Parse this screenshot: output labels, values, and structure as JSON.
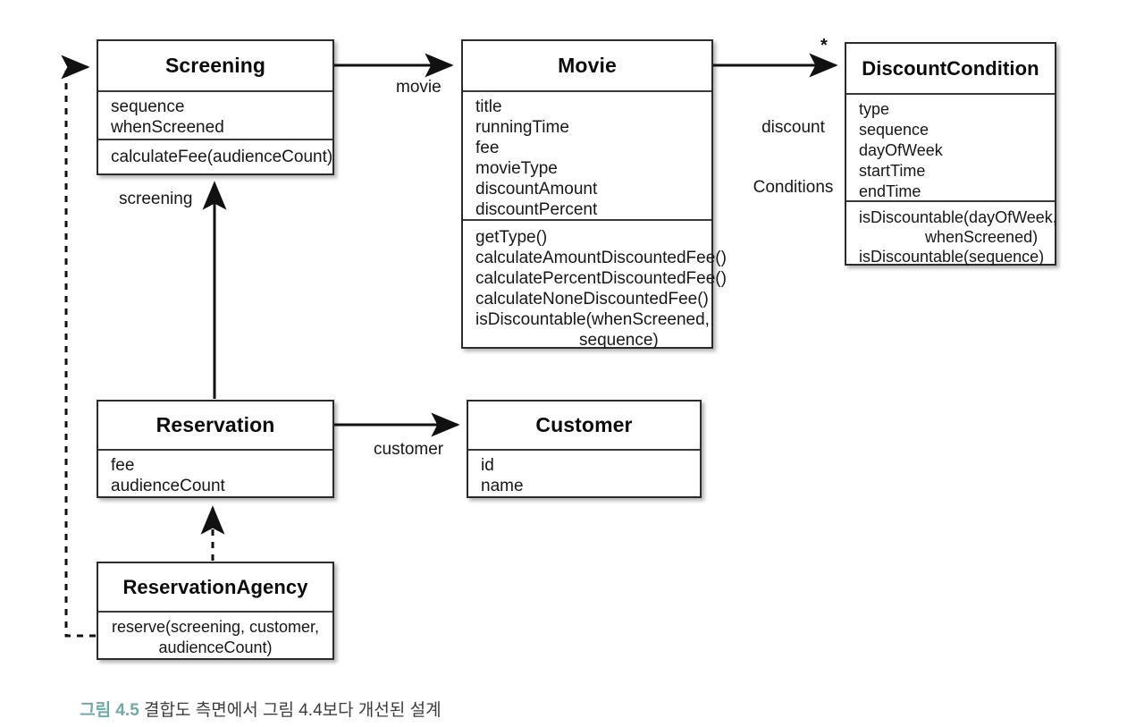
{
  "figure": {
    "label": "그림 4.5",
    "label_color": "#74a8a8",
    "text": " 결합도 측면에서 그림 4.4보다 개선된 설계",
    "text_color": "#3c3c3c"
  },
  "diagram": {
    "type": "uml-class-diagram",
    "line_color": "#111111",
    "box_border_color": "#2b2b2b",
    "classes": [
      {
        "id": "screening",
        "name": "Screening",
        "attributes": [
          "sequence",
          "whenScreened"
        ],
        "operations": [
          "calculateFee(audienceCount)"
        ]
      },
      {
        "id": "movie",
        "name": "Movie",
        "attributes": [
          "title",
          "runningTime",
          "fee",
          "movieType",
          "discountAmount",
          "discountPercent"
        ],
        "operations": [
          "getType()",
          "calculateAmountDiscountedFee()",
          "calculatePercentDiscountedFee()",
          "calculateNoneDiscountedFee()",
          "isDiscountable(whenScreened,",
          "sequence)"
        ]
      },
      {
        "id": "discountCondition",
        "name": "DiscountCondition",
        "attributes": [
          "type",
          "sequence",
          "dayOfWeek",
          "startTime",
          "endTime"
        ],
        "operations": [
          "isDiscountable(dayOfWeek,",
          "whenScreened)",
          "isDiscountable(sequence)"
        ]
      },
      {
        "id": "reservation",
        "name": "Reservation",
        "attributes": [
          "fee",
          "audienceCount"
        ],
        "operations": []
      },
      {
        "id": "customer",
        "name": "Customer",
        "attributes": [
          "id",
          "name"
        ],
        "operations": []
      },
      {
        "id": "reservationAgency",
        "name": "ReservationAgency",
        "attributes": [],
        "operations": [
          "reserve(screening, customer,",
          "audienceCount)"
        ]
      }
    ],
    "edges": [
      {
        "id": "screening-movie",
        "from": "Screening",
        "to": "Movie",
        "label": "movie",
        "style": "solid",
        "multiplicity": ""
      },
      {
        "id": "movie-discountcondition",
        "from": "Movie",
        "to": "DiscountCondition",
        "label_line1": "discount",
        "label_line2": "Conditions",
        "style": "solid",
        "multiplicity": "*"
      },
      {
        "id": "reservation-screening",
        "from": "Reservation",
        "to": "Screening",
        "label": "screening",
        "style": "solid",
        "multiplicity": ""
      },
      {
        "id": "reservation-customer",
        "from": "Reservation",
        "to": "Customer",
        "label": "customer",
        "style": "solid",
        "multiplicity": ""
      },
      {
        "id": "agency-reservation",
        "from": "ReservationAgency",
        "to": "Reservation",
        "label": "",
        "style": "dashed",
        "multiplicity": ""
      },
      {
        "id": "agency-screening",
        "from": "ReservationAgency",
        "to": "Screening",
        "label": "",
        "style": "dashed",
        "multiplicity": ""
      }
    ]
  }
}
